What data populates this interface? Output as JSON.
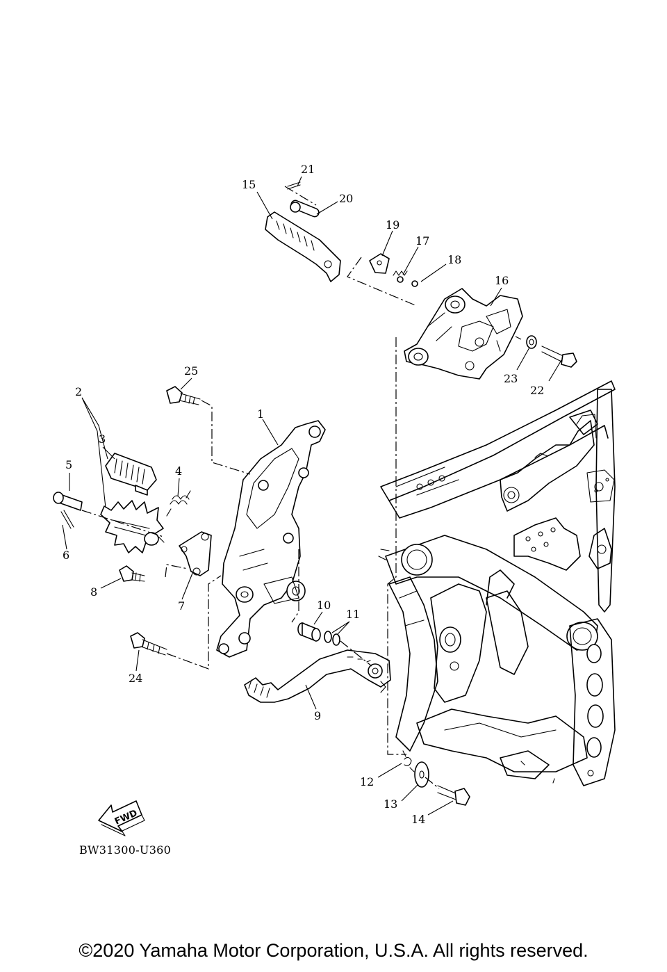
{
  "diagram": {
    "code": "BW31300-U360",
    "fwd_label": "FWD",
    "parts": [
      {
        "id": "p1",
        "number": "1"
      },
      {
        "id": "p2",
        "number": "2"
      },
      {
        "id": "p3",
        "number": "3"
      },
      {
        "id": "p4",
        "number": "4"
      },
      {
        "id": "p5",
        "number": "5"
      },
      {
        "id": "p6",
        "number": "6"
      },
      {
        "id": "p7",
        "number": "7"
      },
      {
        "id": "p8",
        "number": "8"
      },
      {
        "id": "p9",
        "number": "9"
      },
      {
        "id": "p10",
        "number": "10"
      },
      {
        "id": "p11",
        "number": "11"
      },
      {
        "id": "p12",
        "number": "12"
      },
      {
        "id": "p13",
        "number": "13"
      },
      {
        "id": "p14",
        "number": "14"
      },
      {
        "id": "p15",
        "number": "15"
      },
      {
        "id": "p16",
        "number": "16"
      },
      {
        "id": "p17",
        "number": "17"
      },
      {
        "id": "p18",
        "number": "18"
      },
      {
        "id": "p19",
        "number": "19"
      },
      {
        "id": "p20",
        "number": "20"
      },
      {
        "id": "p21",
        "number": "21"
      },
      {
        "id": "p22",
        "number": "22"
      },
      {
        "id": "p23",
        "number": "23"
      },
      {
        "id": "p24",
        "number": "24"
      },
      {
        "id": "p25",
        "number": "25"
      }
    ]
  },
  "footer": {
    "copyright": "©2020 Yamaha Motor Corporation, U.S.A. All rights reserved."
  }
}
